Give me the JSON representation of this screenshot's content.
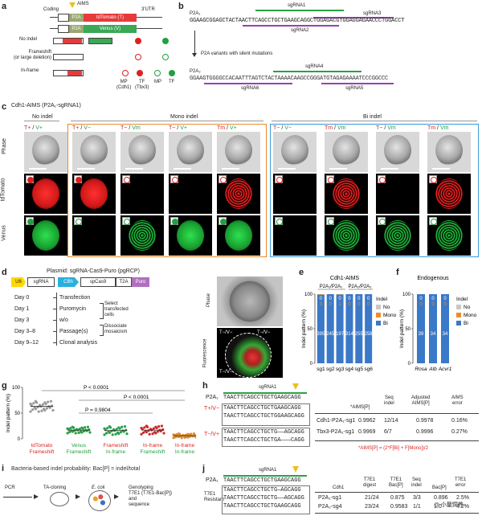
{
  "panels": {
    "a": {
      "label": "a",
      "coding": "Coding",
      "aims": "AIMS",
      "utr": "3′UTR",
      "p2a": "P2A",
      "tdtomato": "tdTomato (T)",
      "venus": "Venus (V)",
      "no_indel": "No indel",
      "frameshift": "Frameshift\n(or large deletion)",
      "inframe": "In-frame",
      "mp1": "MP\n(Cdh1)",
      "tf1": "TF\n(Tbx3)",
      "mp2": "MP",
      "tf2": "TF"
    },
    "b": {
      "label": "b",
      "p2a1": "P2A₁",
      "seq1": "GGAAGCGGAGCTACTAACTTCAGCCTGCTGAAGCAGGCTGGAGACGTGGAGGAGAACCCTGGACCT",
      "sg1": "sgRNA1",
      "sg2": "sgRNA2",
      "sg3": "sgRNA3",
      "arrow_text": "P2A variants with silent mutations",
      "p2a2": "P2A₂",
      "seq2": "GGAAGTGGGGCCACAATTTAGTCTACTAAAACAAGCCGGGATGTAGAGAAAATCCCGGCCC",
      "sg4": "sgRNA4",
      "sg5": "sgRNA5",
      "sg6": "sgRNA6"
    },
    "c": {
      "label": "c",
      "title": "Cdh1-AIMS (P2A₁-sgRNA1)",
      "no_indel": "No indel",
      "mono": "Mono indel",
      "bi": "Bi indel",
      "row_phase": "Phase",
      "row_td": "tdTomato",
      "row_venus": "Venus",
      "cols": [
        {
          "a": "T+",
          "b": " / ",
          "c": "V+"
        },
        {
          "a": "T+",
          "b": " / ",
          "c": "V−"
        },
        {
          "a": "T−",
          "b": " / ",
          "c": "Vm"
        },
        {
          "a": "T−",
          "b": " / ",
          "c": "V+"
        },
        {
          "a": "Tm",
          "b": " / ",
          "c": "V+"
        },
        {
          "a": "T−",
          "b": " / ",
          "c": "V−"
        },
        {
          "a": "Tm",
          "b": " / ",
          "c": "Vm"
        },
        {
          "a": "T−",
          "b": " / ",
          "c": "Vm"
        },
        {
          "a": "Tm",
          "b": " / ",
          "c": "Vm"
        }
      ]
    },
    "d": {
      "label": "d",
      "plasmid": "Plasmid: sgRNA-Cas9-Puro (pgRCP)",
      "u6": "U6",
      "sgrna": "sgRNA",
      "cbh": "CBh",
      "spcas9": "spCas9",
      "t2a": "T2A",
      "puro": "Puro",
      "days": [
        "Day 0",
        "Day 1",
        "Day 3",
        "Day 3–8",
        "Day 9–12"
      ],
      "steps": [
        "Transfection",
        "Puromycin",
        "w/o",
        "Passage(s)",
        "Clonal analysis"
      ],
      "note1": "Select\ntransfected\ncells",
      "note2": "Dissociate\nmosaicism",
      "phase": "Phase",
      "fluor": "Fluorescence",
      "q1": "T−/V−",
      "q2": "T−/V−",
      "q3": "T−/V−"
    },
    "e": {
      "label": "e",
      "title": "Cdh1-AIMS",
      "group1": "P2A₁/P2A₁",
      "group2": "P2A₂/P2A₂",
      "ylabel": "Indel pattern (%)",
      "legend_title": "Indel",
      "legend": [
        "No",
        "Mono",
        "Bi"
      ]
    },
    "f": {
      "label": "f",
      "title": "Endogenous",
      "ylabel": "Indel pattern (%)",
      "legend_title": "Indel",
      "legend": [
        "No",
        "Mono",
        "Bi"
      ]
    },
    "g": {
      "label": "g",
      "ylabel": "Indel pattern (%)",
      "p1": "P < 0.0001",
      "p2": "P = 0.9804",
      "p3": "P < 0.0001",
      "xt": [
        {
          "a": "tdTomato",
          "b": "Frameshift"
        },
        {
          "a": "Venus",
          "b": "Frameshift"
        },
        {
          "a": "Frameshift",
          "b": "In-frame"
        },
        {
          "a": "In-frame",
          "b": "Frameshift"
        },
        {
          "a": "In-frame",
          "b": "In-frame"
        }
      ]
    },
    "h": {
      "label": "h",
      "sg": "sgRNA1",
      "p2a1": "P2A₁",
      "seq_ref": "TAACTTCAGCCTGCTGAAGCAGG",
      "tv1": "T+/V−",
      "seq_a": "TAACTTCAGCCTGCTGAAGCAGG",
      "seq_b": "TAACTTCAGCCTGCTGGAAGCAGG",
      "tv2": "T−/V+",
      "seq_c": "TAACTTCAGCCTGCTG——AGCAGG",
      "seq_d": "TAACTTCAGCCTGCTGA———CAGG",
      "col_aims": "*AIMS[P]",
      "col_seq": "Seq\nindel",
      "col_adj": "Adjusted\nAIMS[P]",
      "col_err": "AIMS\nerror",
      "rows": [
        {
          "name": "Cdh1-P2A₁-sg1",
          "aims": "0.9962",
          "seq": "12/14",
          "adj": "0.9978",
          "err": "0.16%"
        },
        {
          "name": "Tbx3-P2A₁-sg1",
          "aims": "0.9969",
          "seq": "6/7",
          "adj": "0.9996",
          "err": "0.27%"
        }
      ],
      "formula": "*AIMS[P] = (2*F[Bi] + F[Mono])/2"
    },
    "i": {
      "label": "i",
      "title": "Bacteria-based indel probability: Bac[P] = indel/total",
      "pcr": "PCR",
      "ta": "TA-cloning",
      "ecoli": "E. coli",
      "geno": "Genotyping\nT7E1 (T7E1-Bac[P])\nand\nsequence"
    },
    "j": {
      "label": "j",
      "sg": "sgRNA1",
      "p2a1": "P2A₁",
      "t7e1": "T7E1\nResistant",
      "seqs": [
        "TAACTTCAGCCTGCTGAAGCAGG",
        "TAACTTCAGCCTGCTG—AGCAGG",
        "TAACTTCAGCCTGCTG——AGCAGG",
        "TAACTTCAGCCTGCTGAAGCAGG"
      ],
      "col_cdh1": "Cdh1",
      "col_t7": "T7E1\ndigest",
      "col_bac": "T7E1\nBac[P]",
      "col_seq": "Seq\nindel",
      "col_bacp": "Bac[P]",
      "col_err": "T7E1\nerror",
      "rows": [
        {
          "name": "P2A₁-sg1",
          "t7": "21/24",
          "bac": "0.875",
          "seq": "3/3",
          "bacp": "0.896",
          "err": "2.5%"
        },
        {
          "name": "P2A₂-sg4",
          "t7": "23/24",
          "bac": "0.9583",
          "seq": "1/1",
          "bacp": "1.0",
          "err": "4.2%"
        }
      ]
    },
    "watermark": "@ 小鼠饲养"
  },
  "chart_data": [
    {
      "type": "bar",
      "title": "Cdh1-AIMS",
      "categories": [
        "sg1",
        "sg2",
        "sg3",
        "sg4",
        "sg5",
        "sg6"
      ],
      "series": [
        {
          "name": "No",
          "values": [
            0,
            0,
            0,
            0,
            0,
            0
          ]
        },
        {
          "name": "Mono",
          "values": [
            3,
            0,
            1,
            0,
            0,
            0
          ]
        },
        {
          "name": "Bi",
          "values": [
            395,
            245,
            197,
            314,
            255,
            258
          ]
        }
      ],
      "ylabel": "Indel pattern (%)",
      "ylim": [
        0,
        100
      ],
      "stacked": true,
      "colors": {
        "No": "#c8c8c8",
        "Mono": "#f08c28",
        "Bi": "#3a78c8"
      }
    },
    {
      "type": "bar",
      "title": "Endogenous",
      "categories": [
        "Rosa",
        "Alb",
        "Acvr1"
      ],
      "series": [
        {
          "name": "No",
          "values": [
            0,
            0,
            0
          ]
        },
        {
          "name": "Mono",
          "values": [
            0,
            0,
            0
          ]
        },
        {
          "name": "Bi",
          "values": [
            39,
            34,
            34
          ]
        }
      ],
      "ylabel": "Indel pattern (%)",
      "ylim": [
        0,
        100
      ],
      "stacked": true
    },
    {
      "type": "scatter",
      "categories": [
        "tdTomato Frameshift",
        "Venus Frameshift",
        "Frameshift In-frame",
        "In-frame Frameshift",
        "In-frame In-frame"
      ],
      "ylabel": "Indel pattern (%)",
      "ylim": [
        0,
        100
      ],
      "ticks": [
        0,
        50,
        100
      ],
      "means": [
        63,
        17,
        16,
        17,
        6
      ],
      "colors": [
        "#9a9a9a",
        "#2aa048",
        "#2aa048",
        "#d02828",
        "#e08a28"
      ]
    }
  ]
}
